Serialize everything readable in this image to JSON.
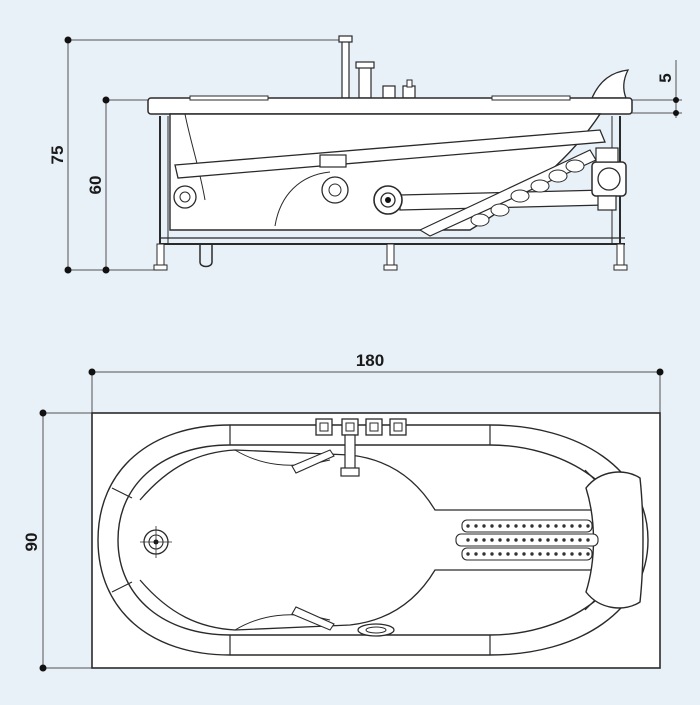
{
  "background_color": "#e8f0f8",
  "line_color": "#2a2a2a",
  "dimensions": {
    "side_total_height": "75",
    "side_body_height": "60",
    "rim_thickness": "5",
    "plan_length": "180",
    "plan_width": "90"
  }
}
